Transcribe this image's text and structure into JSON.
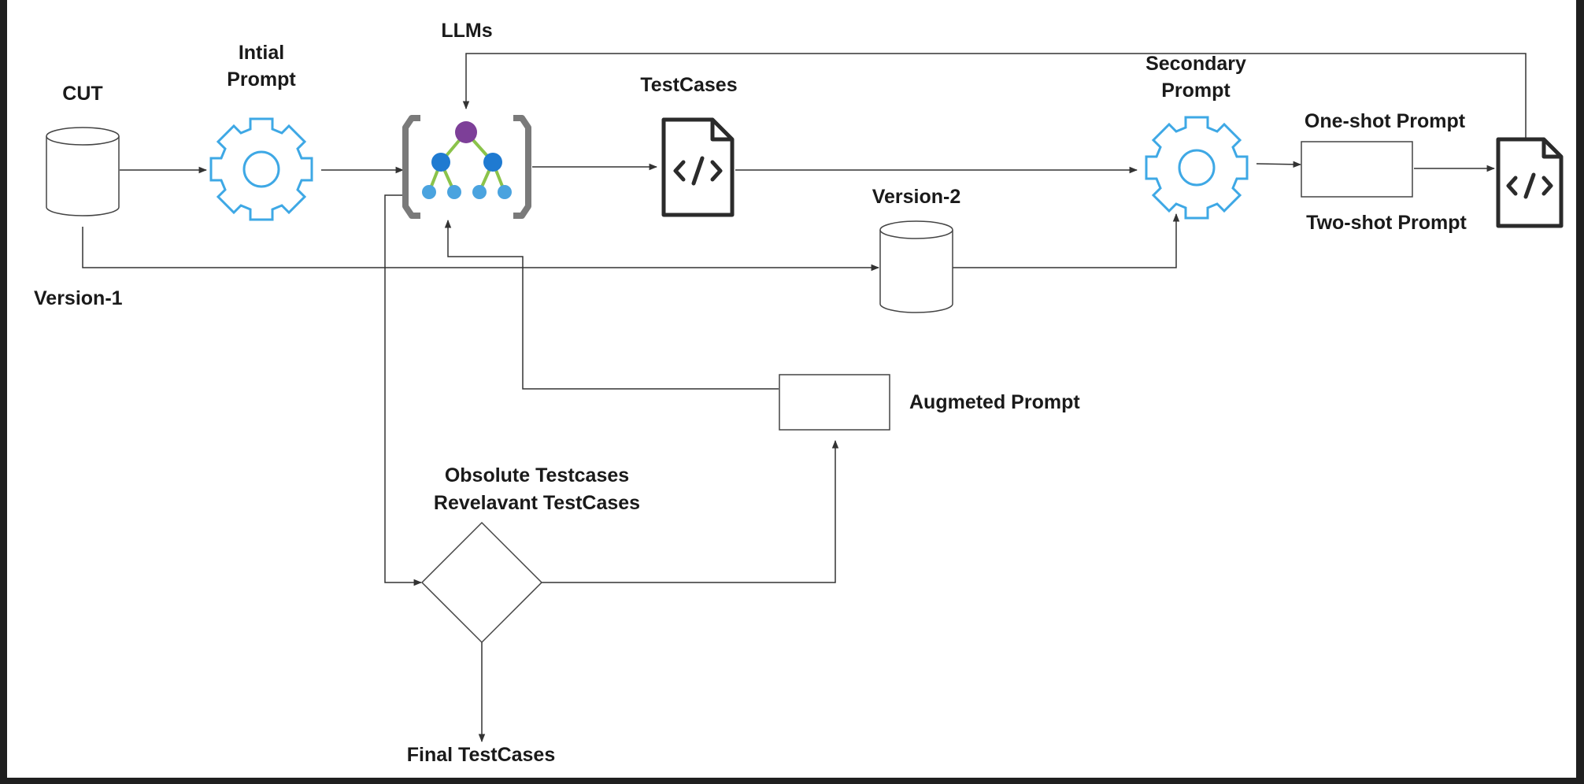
{
  "colors": {
    "gear": "#3ea8e5",
    "network_purple": "#7d3f98",
    "network_blue": "#1f7ad1",
    "network_light": "#4aa3df",
    "network_green": "#8bc34a",
    "bracket": "#7a7a7a",
    "line": "#333333"
  },
  "icons": {
    "cut": "database-icon",
    "initial_prompt": "gear-icon",
    "llms": "neural-network-icon",
    "testcases": "code-file-icon",
    "secondary_prompt": "gear-icon",
    "version2": "database-icon",
    "output": "code-file-icon"
  },
  "labels": {
    "cut": "CUT",
    "initial_prompt_line1": "Intial",
    "initial_prompt_line2": "Prompt",
    "llms": "LLMs",
    "testcases": "TestCases",
    "secondary_prompt_line1": "Secondary",
    "secondary_prompt_line2": "Prompt",
    "one_shot": "One-shot Prompt",
    "two_shot": "Two-shot Prompt",
    "version1": "Version-1",
    "version2": "Version-2",
    "augmented_prompt": "Augmeted Prompt",
    "decision_line1": "Obsolute Testcases",
    "decision_line2": "Revelavant TestCases",
    "final_testcases": "Final TestCases"
  }
}
